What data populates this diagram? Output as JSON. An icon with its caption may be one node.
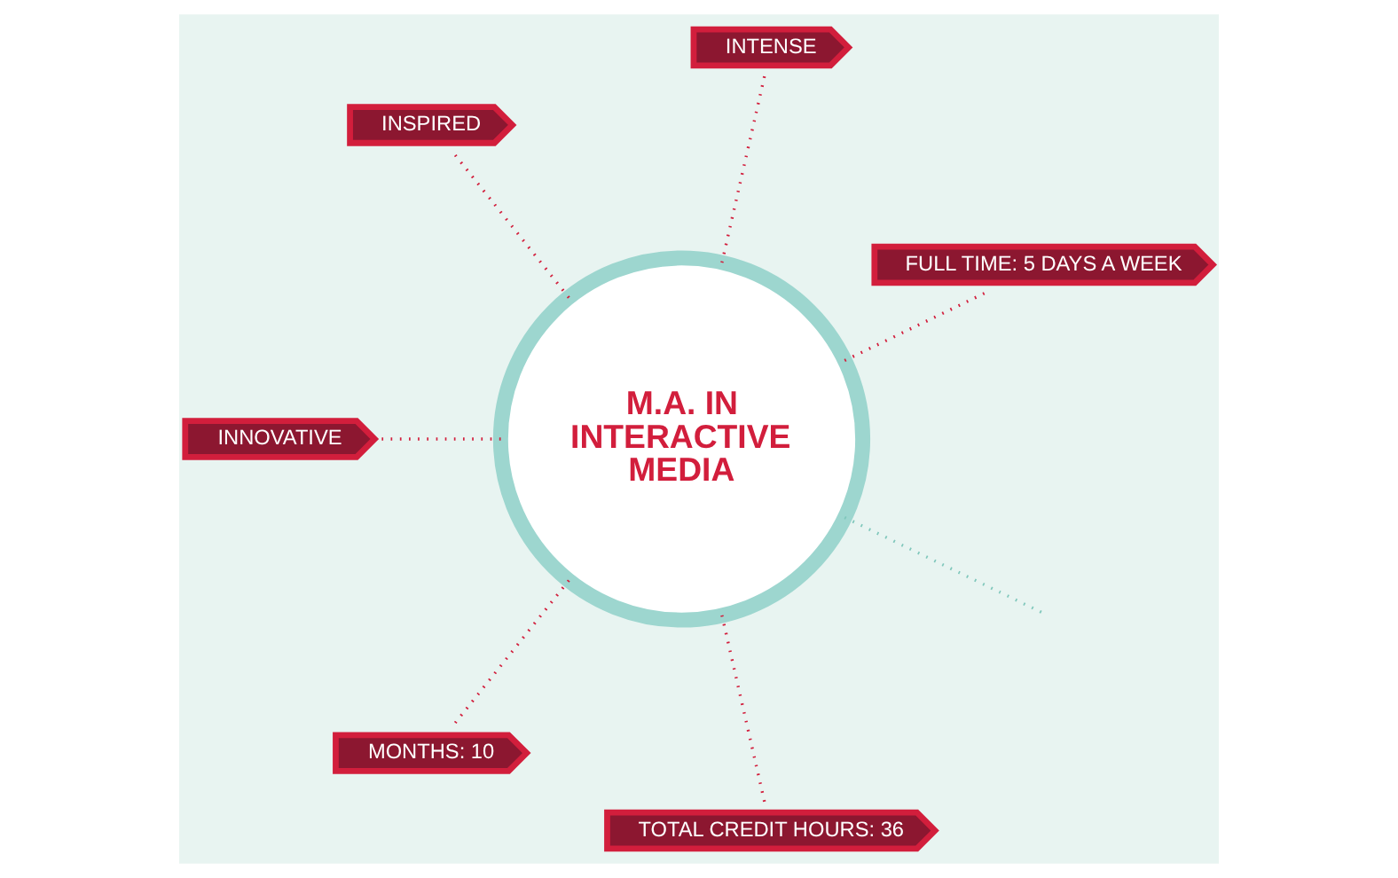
{
  "diagram": {
    "nodes": [
      {
        "text": [
          "FULL TIME: 5 DAYS A WEEK"
        ]
      },
      {
        "text": [
          "INTENSE"
        ]
      },
      {
        "text": [
          "INSPIRED"
        ]
      },
      {
        "text": [
          "M.A. IN INTERACTIVE MEDIA"
        ]
      },
      {
        "text": [
          "INNOVATIVE"
        ]
      },
      {
        "text": [
          "MONTHS: 10"
        ]
      },
      {
        "text": [
          "TOTAL CREDIT HOURS: 36"
        ]
      }
    ],
    "edges": [
      {
        "from": 3,
        "to": 0,
        "arrow": "none",
        "style": "dashed"
      },
      {
        "from": 3,
        "to": 1,
        "arrow": "none",
        "style": "dashed"
      },
      {
        "from": 3,
        "to": 2,
        "arrow": "none",
        "style": "dashed"
      },
      {
        "from": 3,
        "to": 4,
        "arrow": "none",
        "style": "dashed"
      },
      {
        "from": 3,
        "to": 5,
        "arrow": "none",
        "style": "dashed"
      },
      {
        "from": 3,
        "to": 6,
        "arrow": "none",
        "style": "dashed"
      },
      {
        "from": 3,
        "to": null,
        "arrow": "none",
        "style": "dashed",
        "color": "#7fc7bb"
      }
    ]
  }
}
